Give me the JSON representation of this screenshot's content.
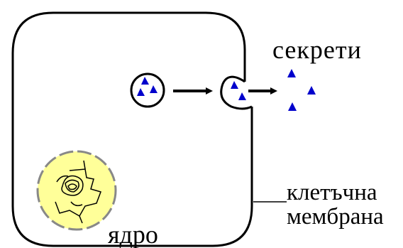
{
  "labels": {
    "secretions": "секрети",
    "membrane_line1": "клетъчна",
    "membrane_line2": "мембрана",
    "nucleus": "ядро"
  },
  "colors": {
    "outline": "#000000",
    "nucleus_fill": "#ffff99",
    "granule": "#0000cc",
    "background": "#ffffff"
  },
  "icons": {
    "granule": "triangle",
    "flow": "arrow-right"
  }
}
